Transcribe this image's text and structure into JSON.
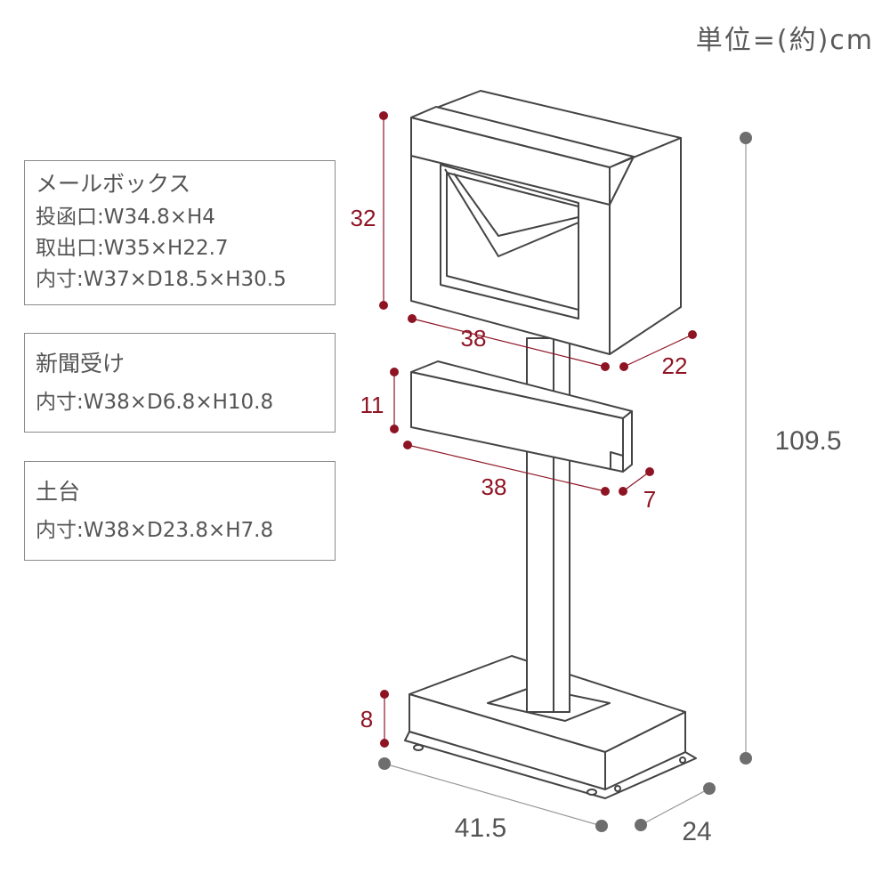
{
  "unit_label": "単位=(約)cm",
  "specs": [
    {
      "title": "メールボックス",
      "lines": [
        "投函口:W34.8×H4",
        "取出口:W35×H22.7",
        "内寸:W37×D18.5×H30.5"
      ]
    },
    {
      "title": "新聞受け",
      "lines": [
        "内寸:W38×D6.8×H10.8"
      ]
    },
    {
      "title": "土台",
      "lines": [
        "内寸:W38×D23.8×H7.8"
      ]
    }
  ],
  "dimensions": {
    "mailbox_height": "32",
    "mailbox_width": "38",
    "mailbox_depth": "22",
    "paper_height": "11",
    "paper_width": "38",
    "paper_depth": "7",
    "base_height": "8",
    "total_height": "109.5",
    "base_width": "41.5",
    "base_depth": "24"
  },
  "colors": {
    "dimension_red": "#8e1424",
    "dimension_gray": "#6e6e6e"
  }
}
